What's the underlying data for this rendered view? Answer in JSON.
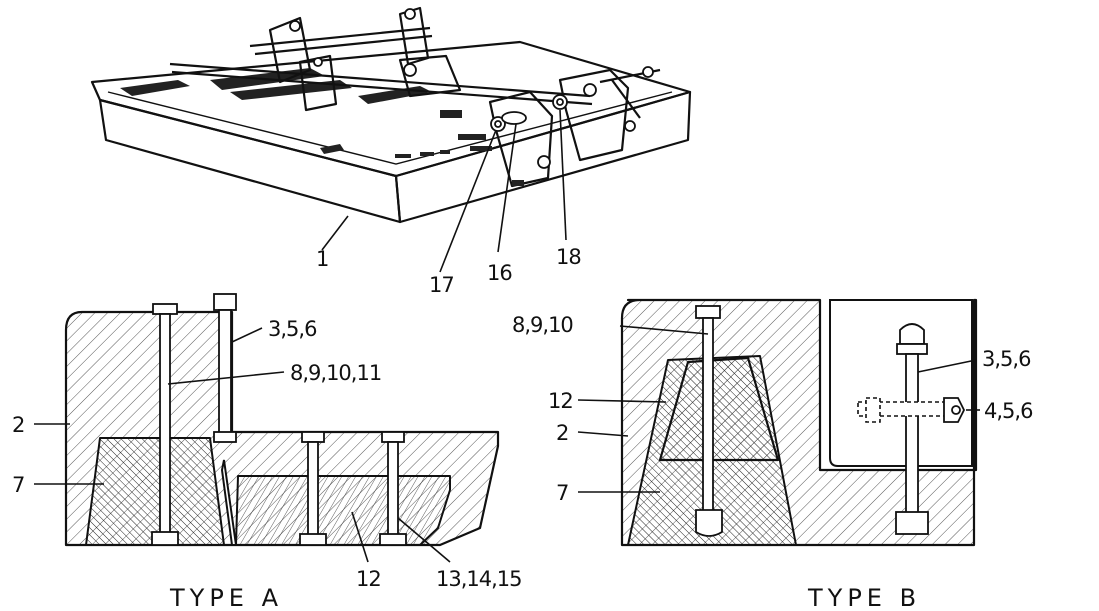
{
  "top_view": {
    "callouts": {
      "part_1": "1",
      "part_17": "17",
      "part_16": "16",
      "part_18": "18"
    }
  },
  "type_a": {
    "caption": "TYPE A",
    "callouts": {
      "part_3_5_6": "3,5,6",
      "part_8_9_10_11": "8,9,10,11",
      "part_2": "2",
      "part_7": "7",
      "part_12": "12",
      "part_13_14_15": "13,14,15"
    }
  },
  "type_b": {
    "caption": "TYPE B",
    "callouts": {
      "part_8_9_10": "8,9,10",
      "part_3_5_6": "3,5,6",
      "part_12": "12",
      "part_4_5_6": "4,5,6",
      "part_2": "2",
      "part_7": "7"
    }
  }
}
